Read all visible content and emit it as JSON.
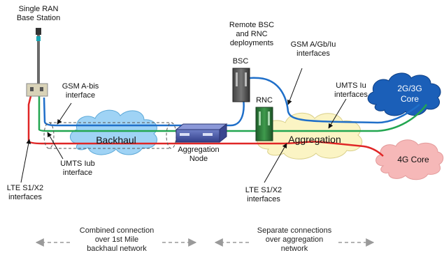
{
  "labels": {
    "base_station_1": "Single RAN",
    "base_station_2": "Base Station",
    "gsm_abis_1": "GSM A-bis",
    "gsm_abis_2": "interface",
    "remote_1": "Remote BSC",
    "remote_2": "and RNC",
    "remote_3": "deployments",
    "gsm_agbiu_1": "GSM A/Gb/Iu",
    "gsm_agbiu_2": "interfaces",
    "umts_iu_1": "UMTS Iu",
    "umts_iu_2": "interfaces",
    "bsc": "BSC",
    "rnc": "RNC",
    "backhaul": "Backhaul",
    "aggregation_cloud": "Aggregation",
    "aggregation_node_1": "Aggregation",
    "aggregation_node_2": "Node",
    "core_2g3g_1": "2G/3G",
    "core_2g3g_2": "Core",
    "core_4g": "4G Core",
    "umts_iub_1": "UMTS Iub",
    "umts_iub_2": "interface",
    "lte_left_1": "LTE S1/X2",
    "lte_left_2": "interfaces",
    "lte_mid_1": "LTE S1/X2",
    "lte_mid_2": "interfaces",
    "footer_left_1": "Combined connection",
    "footer_left_2": "over 1st Mile",
    "footer_left_3": "backhaul network",
    "footer_right_1": "Separate connections",
    "footer_right_2": "over aggregation",
    "footer_right_3": "network"
  },
  "colors": {
    "gsm_line": "#1f6fc9",
    "umts_line": "#22a650",
    "lte_line": "#e02626",
    "backhaul_cloud": "#9fd3f5",
    "aggregation_cloud": "#fbf4c4",
    "core_2g3g_cloud": "#1b5fb8",
    "core_4g_cloud": "#f6b8b8"
  }
}
